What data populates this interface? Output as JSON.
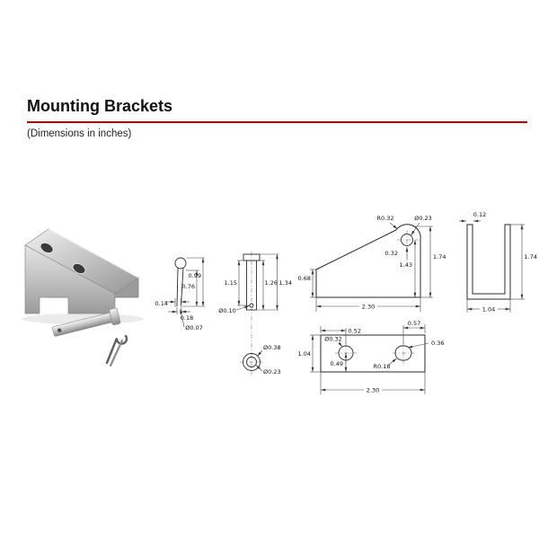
{
  "page": {
    "title": "Mounting Brackets",
    "subtitle": "(Dimensions in inches)",
    "accent_color": "#cc0000"
  },
  "drawings": {
    "cotter_pin": {
      "overall_length": "0.99",
      "leg_length": "0.76",
      "tip_offset": "0.14",
      "width": "0.18",
      "wire_diameter": "Ø0.07"
    },
    "clevis_pin": {
      "grip_length": "1.15",
      "under_head_length": "1.26",
      "overall_length": "1.34",
      "hole_diameter": "Ø0.10",
      "head_diameter": "Ø0.38",
      "shaft_diameter": "Ø0.23"
    },
    "bracket_side_view": {
      "corner_radius": "R0.32",
      "hole_diameter": "Ø0.23",
      "hole_to_top": "0.32",
      "hole_to_bottom": "1.43",
      "overall_height": "1.74",
      "left_height": "0.68",
      "overall_width": "2.30"
    },
    "bracket_front_view": {
      "wall_thickness": "0.12",
      "overall_height": "1.74",
      "overall_width": "1.04"
    },
    "bracket_top_view": {
      "hole_diameter": "Ø0.32",
      "hole_from_left": "0.52",
      "slot_from_right": "0.57",
      "slot_width": "0.36",
      "overall_depth": "1.04",
      "hole_from_bottom": "0.49",
      "slot_radius": "R0.18",
      "overall_width": "2.30"
    }
  }
}
